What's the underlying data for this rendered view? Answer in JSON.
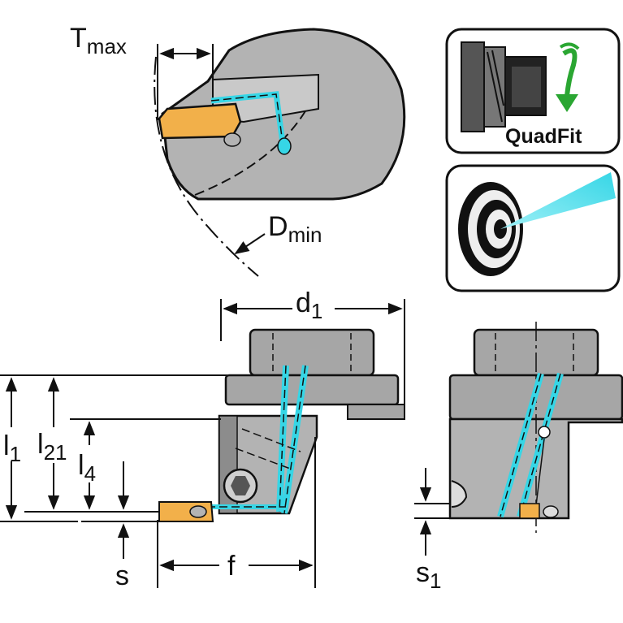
{
  "labels": {
    "t_max": {
      "main": "T",
      "sub": "max"
    },
    "d_min": {
      "main": "D",
      "sub": "min"
    },
    "d1": {
      "main": "d",
      "sub": "1"
    },
    "l1": {
      "main": "l",
      "sub": "1"
    },
    "l21": {
      "main": "l",
      "sub": "21"
    },
    "l4": {
      "main": "l",
      "sub": "4"
    },
    "s": {
      "main": "s"
    },
    "f": {
      "main": "f"
    },
    "s1": {
      "main": "s",
      "sub": "1"
    }
  },
  "badges": {
    "quadfit": {
      "text": "QuadFit",
      "icon": "quadfit-coupling-icon"
    },
    "coolant": {
      "icon": "internal-coolant-target-icon"
    }
  },
  "colors": {
    "body_gray": "#b3b3b3",
    "dark_gray": "#8c8c8c",
    "outline": "#111111",
    "insert": "#f2b04a",
    "coolant": "#36d6e6",
    "arrow_green": "#2aa632"
  }
}
